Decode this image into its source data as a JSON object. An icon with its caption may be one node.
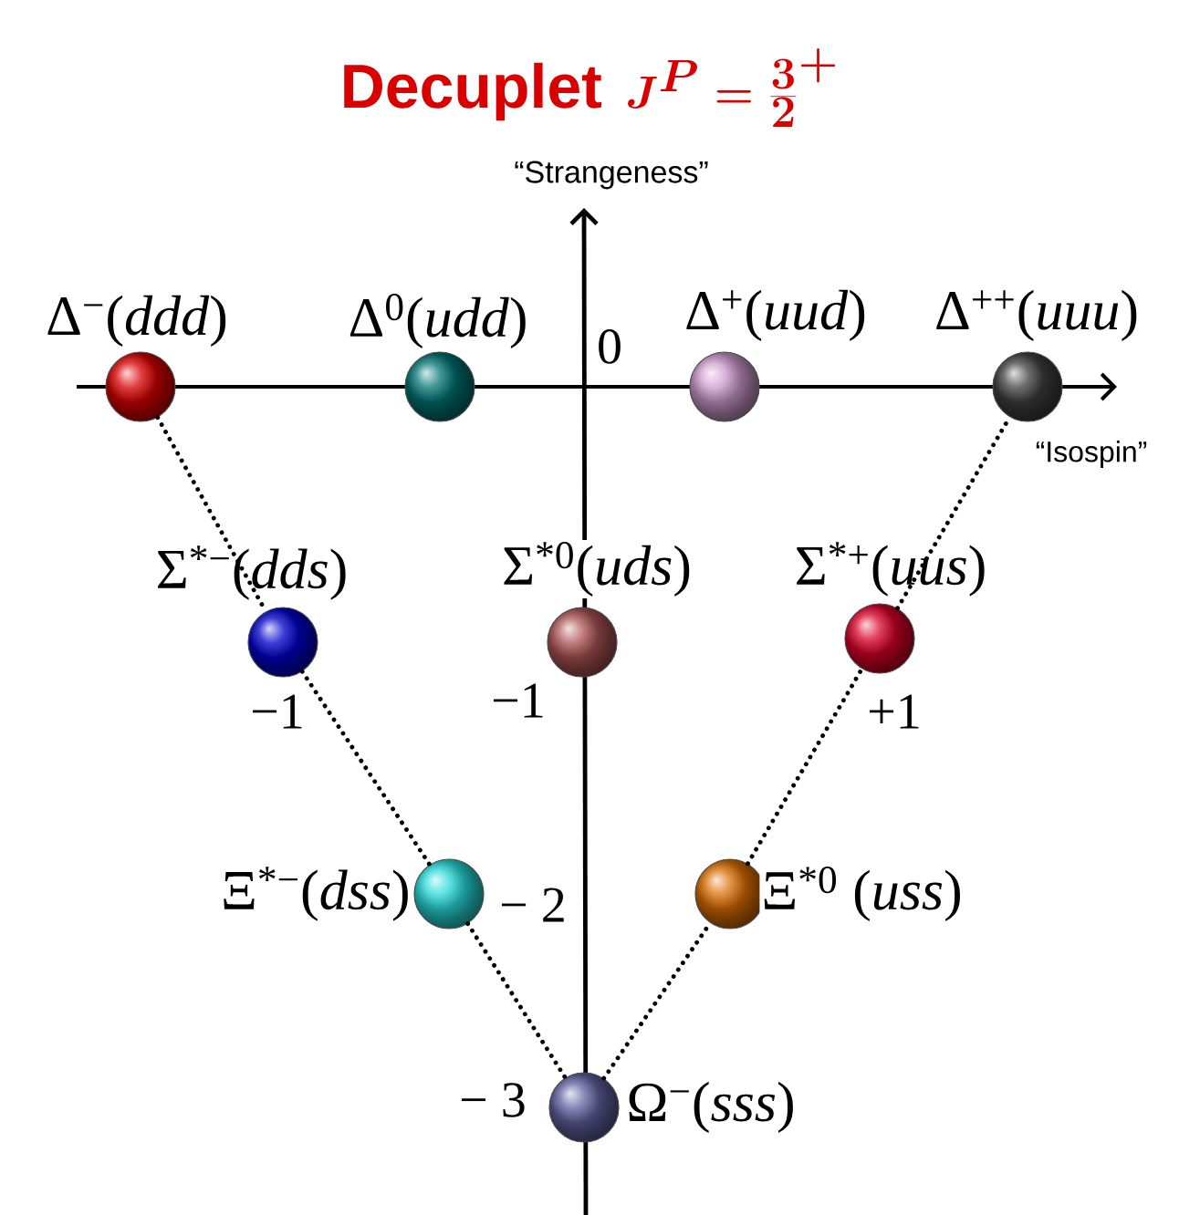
{
  "diagram": {
    "title": "\\textbf{Decuplet}\\;\\, J^{P} = \\frac{3}{2}^{+}",
    "nodes": [
      {
        "text": [
          "Δ$^{−}$(*ddd*)"
        ]
      },
      {
        "text": [
          "Δ$^{0}$(*udd*)"
        ]
      },
      {
        "text": [
          "Δ$^{+}$(*uud*)"
        ]
      },
      {
        "text": [
          "Δ$^{++}$(*uuu*)"
        ]
      },
      {
        "text": [
          "Σ$^{*−}$(*dds*)"
        ]
      },
      {
        "text": [
          "Σ$^{*0}$(*uds*)"
        ]
      },
      {
        "text": [
          "Σ$^{*+}$(*uus*)"
        ]
      },
      {
        "text": [
          "Ξ$^{*−}$(*dss*)"
        ]
      },
      {
        "text": [
          "Ξ$^{*0}$ (*uss*)"
        ]
      },
      {
        "text": [
          "Ω$^{−}$(*sss*)"
        ]
      }
    ],
    "edges": [
      {
        "from": 0,
        "to": 4,
        "arrow": "none"
      },
      {
        "from": 4,
        "to": 7,
        "arrow": "none"
      },
      {
        "from": 7,
        "to": 9,
        "arrow": "none"
      },
      {
        "from": 9,
        "to": 8,
        "arrow": "none"
      },
      {
        "from": 8,
        "to": 6,
        "arrow": "none"
      },
      {
        "from": 6,
        "to": 3,
        "arrow": "none"
      }
    ],
    "labels": [
      "“Strangeness”",
      "“Isospin”",
      "0",
      "−1",
      "−1",
      "+1",
      "− 2",
      "− 3"
    ]
  }
}
